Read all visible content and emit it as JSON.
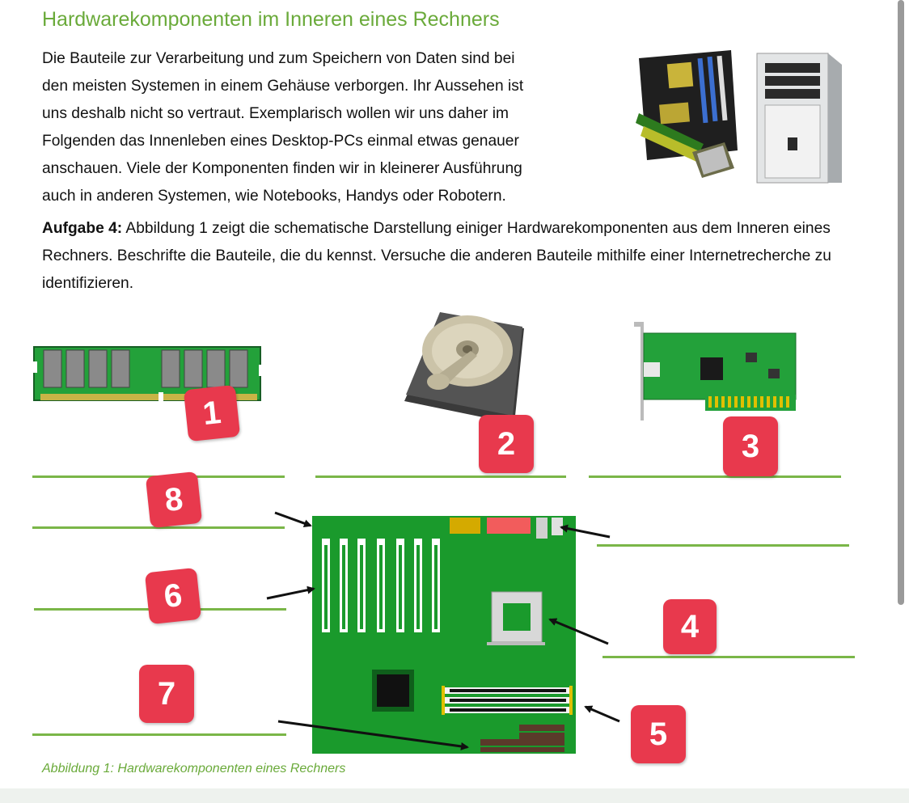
{
  "title": "Hardwarekomponenten im Inneren eines Rechners",
  "intro_lines": [
    "Die Bauteile zur Verarbeitung und zum Speichern von Daten sind bei",
    "den meisten Systemen in einem Gehäuse verborgen. Ihr Aussehen ist",
    "uns deshalb nicht so vertraut. Exemplarisch wollen wir uns daher im",
    "Folgenden das Innenleben eines Desktop-PCs einmal etwas genauer",
    "anschauen. Viele der Komponenten finden wir in kleinerer Ausführung",
    "auch in anderen Systemen, wie Notebooks, Handys oder Robotern."
  ],
  "task": {
    "label": "Aufgabe 4:",
    "text": " Abbildung 1 zeigt die schematische Darstellung einiger Hardwarekomponenten aus dem Inneren eines Rechners. Beschrifte die Bauteile, die du kennst. Versuche die anderen Bauteile mithilfe einer Internetrecherche zu identifizieren."
  },
  "badges": {
    "b1": "1",
    "b2": "2",
    "b3": "3",
    "b4": "4",
    "b5": "5",
    "b6": "6",
    "b7": "7",
    "b8": "8"
  },
  "caption": "Abbildung 1: Hardwarekomponenten eines Rechners",
  "colors": {
    "accent_green": "#6aaa3a",
    "badge_red": "#e8394d",
    "board_green": "#1a9a2c"
  }
}
